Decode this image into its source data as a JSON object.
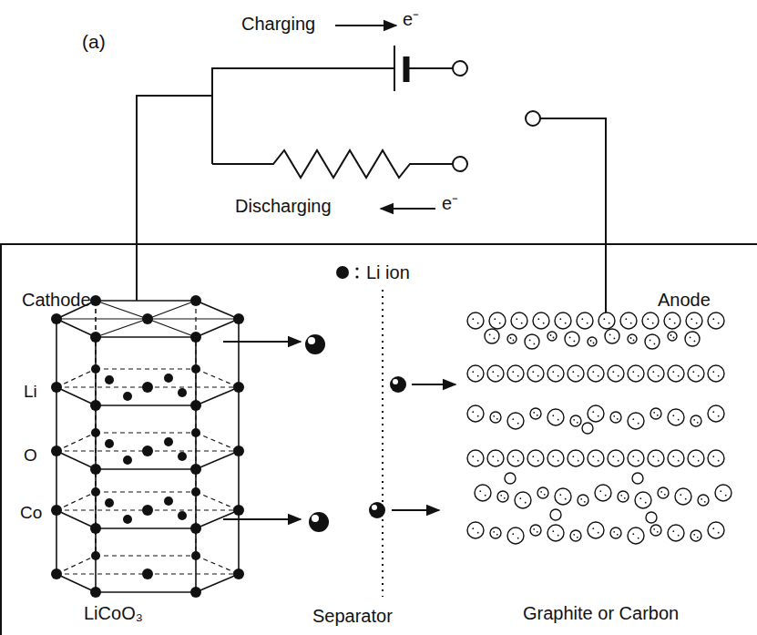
{
  "diagram": {
    "labels": [
      "(a)",
      "Charging",
      "e⁻",
      "Discharging",
      "e⁻",
      "Cathode",
      "Anode",
      "Li",
      "O",
      "Co",
      "LiCoO₃",
      "Separator",
      "Graphite or Carbon"
    ],
    "legend": [
      {
        "text": "Li ion"
      }
    ]
  }
}
